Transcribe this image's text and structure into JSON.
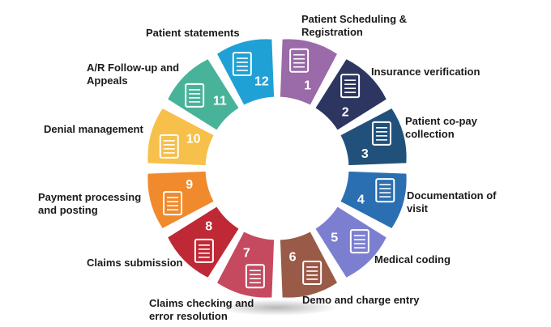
{
  "diagram": {
    "steps": [
      {
        "number": "1",
        "label": "Patient Scheduling & Registration",
        "color": "#9b6aa8",
        "icon": "clipboard-pen-icon"
      },
      {
        "number": "2",
        "label": "Insurance verification",
        "color": "#2d3561",
        "icon": "document-check-icon"
      },
      {
        "number": "3",
        "label": "Patient co-pay collection",
        "color": "#21517a",
        "icon": "cash-icon"
      },
      {
        "number": "4",
        "label": "Documentation of visit",
        "color": "#2b6fb3",
        "icon": "document-icon"
      },
      {
        "number": "5",
        "label": "Medical coding",
        "color": "#7c7fd0",
        "icon": "coder-at-desk-icon"
      },
      {
        "number": "6",
        "label": "Demo and charge entry",
        "color": "#9a5a48",
        "icon": "person-at-desk-icon"
      },
      {
        "number": "7",
        "label": "Claims checking and error resolution",
        "color": "#c64a5f",
        "icon": "checklist-icon"
      },
      {
        "number": "8",
        "label": "Claims submission",
        "color": "#bf2835",
        "icon": "submit-desk-icon"
      },
      {
        "number": "9",
        "label": "Payment processing and posting",
        "color": "#f08a2c",
        "icon": "invoice-icon"
      },
      {
        "number": "10",
        "label": "Denial management",
        "color": "#f7c04a",
        "icon": "denied-document-icon"
      },
      {
        "number": "11",
        "label": "A/R Follow-up and Appeals",
        "color": "#49b39a",
        "icon": "monitor-check-icon"
      },
      {
        "number": "12",
        "label": "Patient statements",
        "color": "#1fa1d6",
        "icon": "statement-icon"
      }
    ]
  }
}
